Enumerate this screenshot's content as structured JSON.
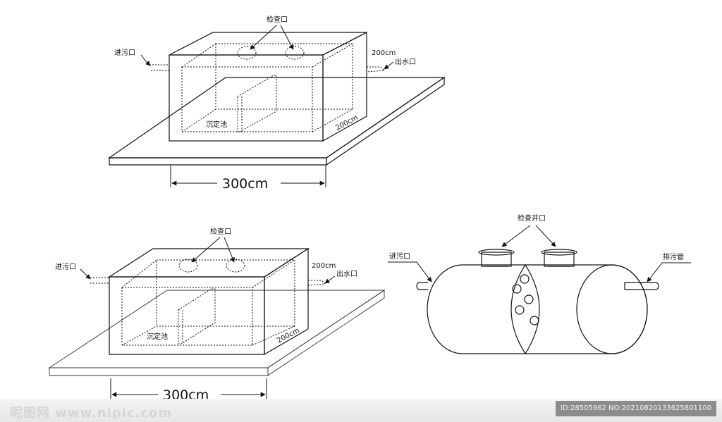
{
  "diagram_top": {
    "inspection_label": "检查口",
    "inlet_label": "进污口",
    "outlet_label": "出水口",
    "height_label": "200cm",
    "depth_label": "200cm",
    "tank_label": "沉定池",
    "width_label": "300cm"
  },
  "diagram_bottom_left": {
    "inspection_label": "检查口",
    "inlet_label": "进污口",
    "outlet_label": "出水口",
    "height_label": "200cm",
    "depth_label": "200cm",
    "tank_label": "沉定池",
    "width_label": "300cm"
  },
  "diagram_bottom_right": {
    "inspection_well_label": "检查井口",
    "inlet_label": "进污口",
    "drain_label": "排污管"
  },
  "watermark": {
    "text": "昵图网 www.nipic.com",
    "id_text": "ID:28505962 NO:20210820133625801100"
  }
}
